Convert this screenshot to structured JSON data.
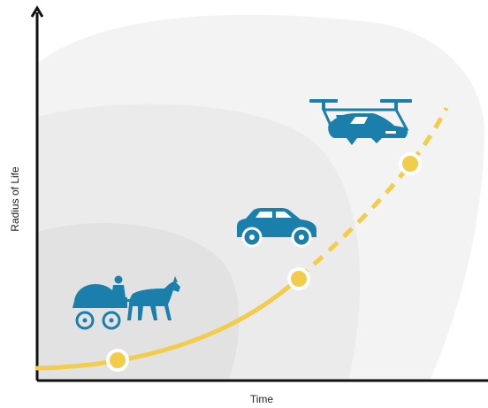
{
  "axes": {
    "x_label": "Time",
    "y_label": "Radius of Life"
  },
  "colors": {
    "axis": "#111111",
    "curve": "#F2CC4B",
    "marker_fill": "#F2CC4B",
    "marker_ring": "#FFFFFF",
    "icon": "#1A7FAA",
    "zone_outer": "#F3F3F3",
    "zone_middle": "#EBEBEB",
    "zone_inner": "#E2E2E2"
  },
  "stages": [
    {
      "icon": "horse-carriage-icon",
      "curve_style": "solid"
    },
    {
      "icon": "car-icon",
      "curve_style": "solid"
    },
    {
      "icon": "flying-car-icon",
      "curve_style": "dashed"
    }
  ]
}
